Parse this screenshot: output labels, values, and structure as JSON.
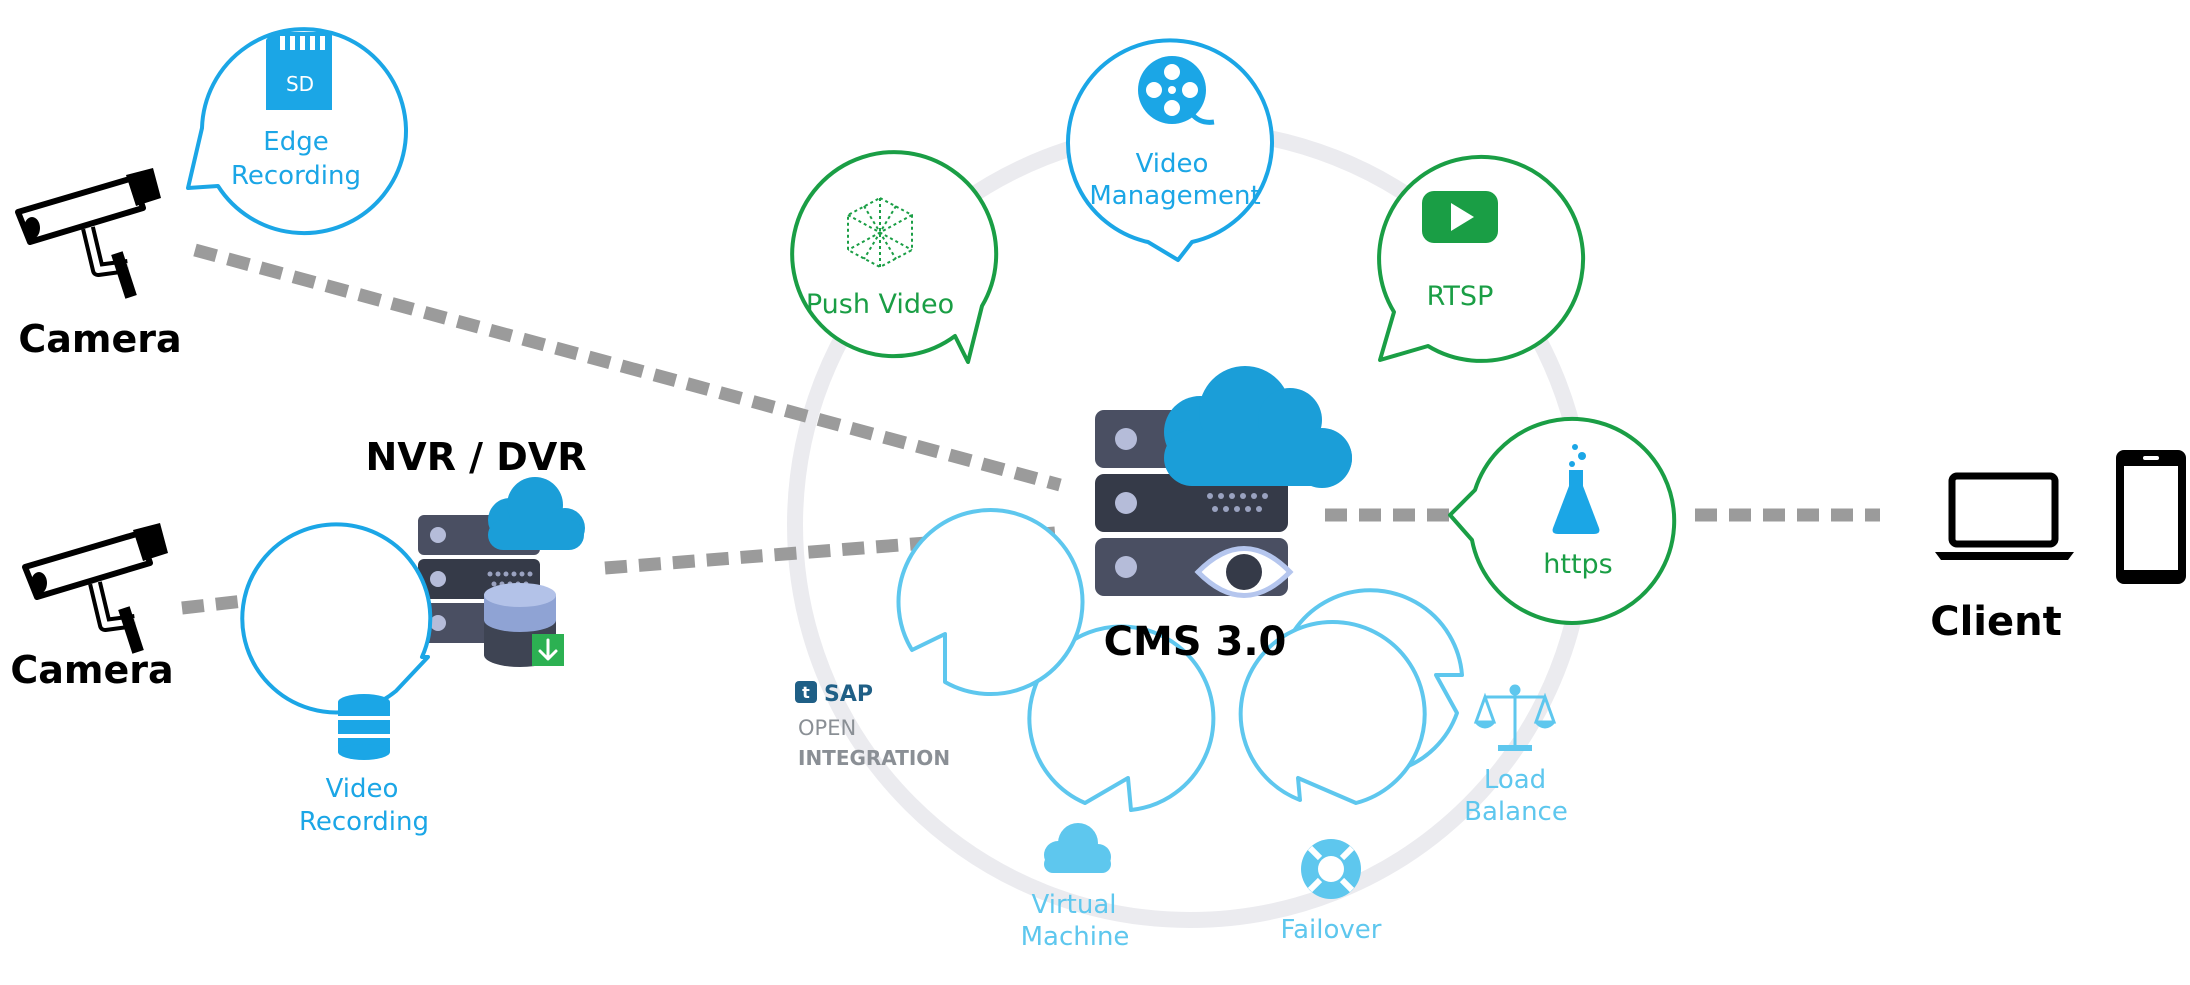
{
  "nodes": {
    "camera_top": "Camera",
    "camera_bottom": "Camera",
    "nvr": "NVR / DVR",
    "cms": "CMS 3.0",
    "client": "Client"
  },
  "bubbles": {
    "edge_recording": [
      "Edge",
      "Recording"
    ],
    "video_recording": [
      "Video",
      "Recording"
    ],
    "push_video": "Push Video",
    "video_management": [
      "Video",
      "Management"
    ],
    "rtsp": "RTSP",
    "https": "https",
    "load_balance": [
      "Load",
      "Balance"
    ],
    "failover": "Failover",
    "virtual_machine": [
      "Virtual",
      "Machine"
    ],
    "sap": {
      "logo": "SAP",
      "line1": "OPEN",
      "line2": "INTEGRATION"
    }
  },
  "icons": {
    "sd_card": "SD"
  },
  "colors": {
    "blue": "#1ba6e6",
    "green": "#1a9e45",
    "light_blue": "#5ec7ee",
    "gray_bubble": "#9aa0a6",
    "dash": "#9b9b9b",
    "ring": "#ebebef",
    "server": "#4a4f62",
    "server_mid": "#353a48",
    "cloud": "#1b9ed8"
  }
}
